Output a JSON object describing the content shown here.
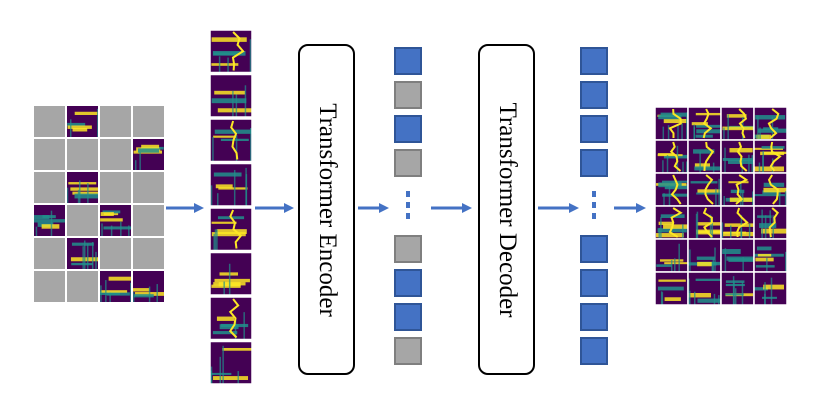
{
  "encoder": {
    "label": "Transformer Encoder"
  },
  "decoder": {
    "label": "Transformer Decoder"
  },
  "colors": {
    "mask_gray": "#a6a6a6",
    "grid_line": "#ffffff",
    "token_blue": "#4472c4",
    "token_blue_border": "#2f5597",
    "token_gray": "#a6a6a6",
    "token_gray_border": "#7f7f7f",
    "arrow": "#4472c4",
    "spectro_bg": "#440154",
    "spectro_mid": "#21918c",
    "spectro_high": "#fde725"
  },
  "masked_input_grid": {
    "rows": 6,
    "cols": 4,
    "visible_patches": [
      [
        0,
        1
      ],
      [
        1,
        3
      ],
      [
        2,
        1
      ],
      [
        3,
        0
      ],
      [
        3,
        2
      ],
      [
        4,
        1
      ],
      [
        5,
        2
      ],
      [
        5,
        3
      ]
    ]
  },
  "patch_column": {
    "count": 8
  },
  "encoder_tokens": {
    "top": [
      "blue",
      "gray",
      "blue",
      "gray"
    ],
    "bottom": [
      "gray",
      "blue",
      "blue",
      "gray"
    ]
  },
  "decoder_tokens": {
    "top": [
      "blue",
      "blue",
      "blue",
      "blue"
    ],
    "bottom": [
      "blue",
      "blue",
      "blue",
      "blue"
    ]
  },
  "output_grid": {
    "rows": 6,
    "cols": 4
  }
}
